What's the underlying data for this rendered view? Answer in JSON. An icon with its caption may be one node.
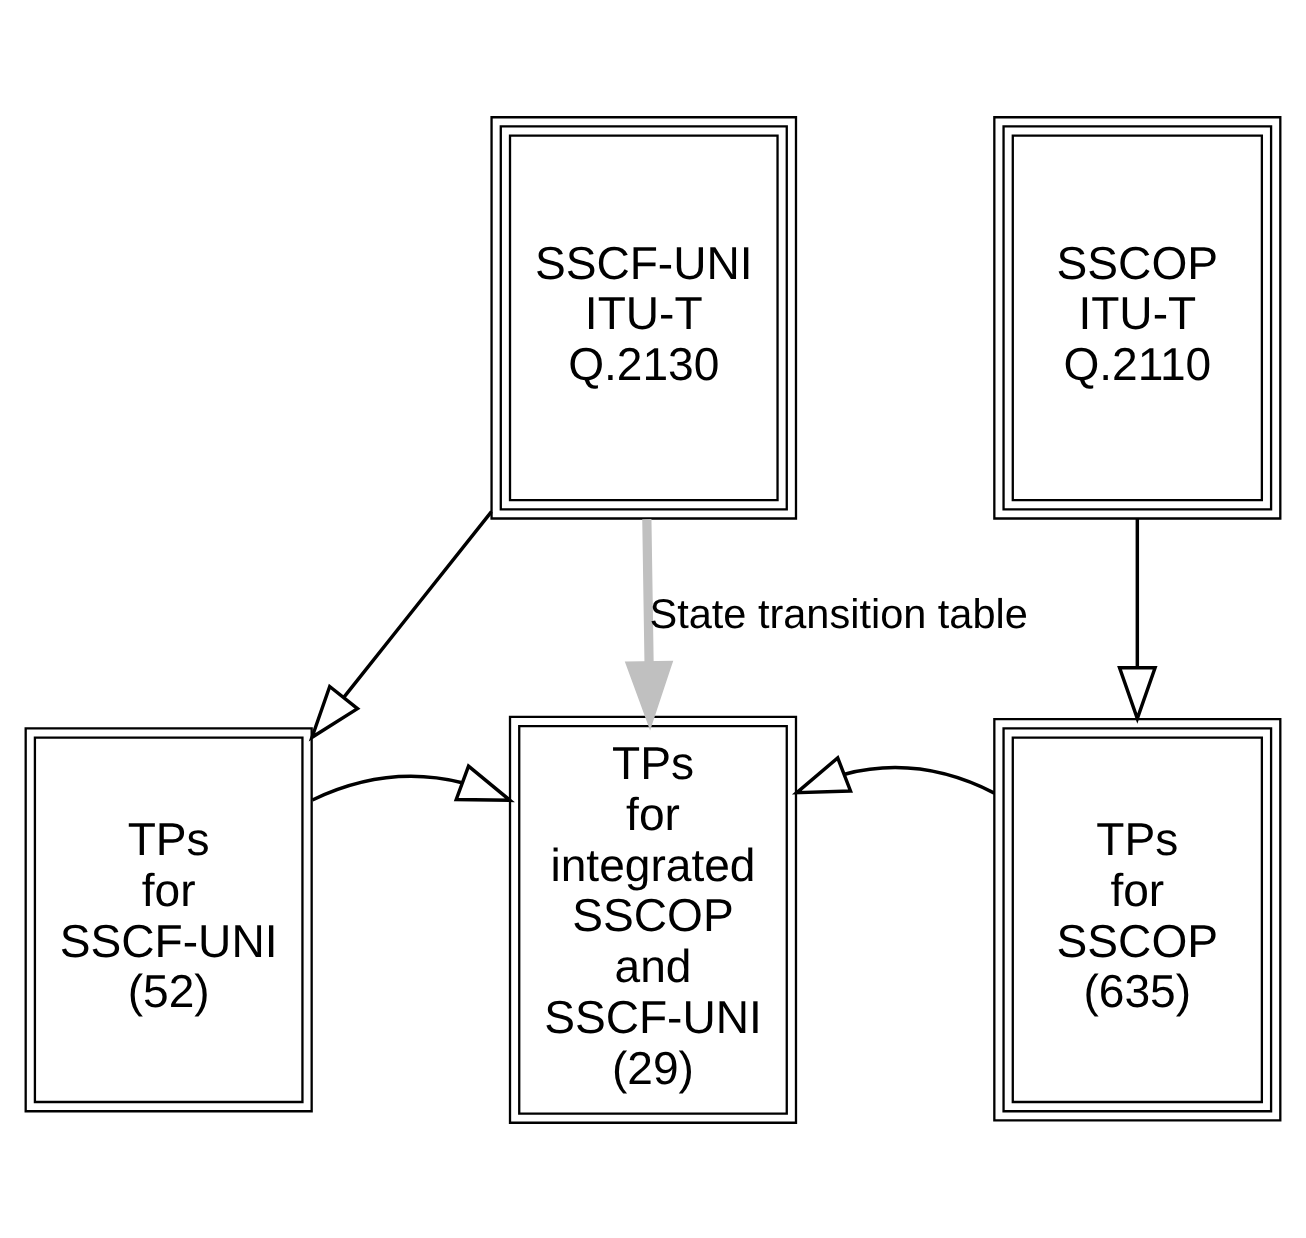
{
  "diagram": {
    "nodes": [
      {
        "text": [
          "SSCF-UNI ITU-T Q.2130"
        ]
      },
      {
        "text": [
          "SSCOP ITU-T Q.2110"
        ]
      },
      {
        "text": [
          "TPs for SSCF-UNI (52)"
        ]
      },
      {
        "text": [
          "TPs for integrated SSCOP and SSCF-UNI (29)"
        ]
      },
      {
        "text": [
          "TPs for SSCOP (635)"
        ]
      }
    ],
    "edges": [
      {
        "from": 0,
        "to": 2,
        "arrow": "to"
      },
      {
        "from": 0,
        "to": 3,
        "arrow": "to",
        "label": "State transition table",
        "style": "thick",
        "color": "#c0c0c0"
      },
      {
        "from": 1,
        "to": 4,
        "arrow": "to"
      },
      {
        "from": 2,
        "to": 3,
        "arrow": "to"
      },
      {
        "from": 4,
        "to": 3,
        "arrow": "to"
      }
    ]
  }
}
